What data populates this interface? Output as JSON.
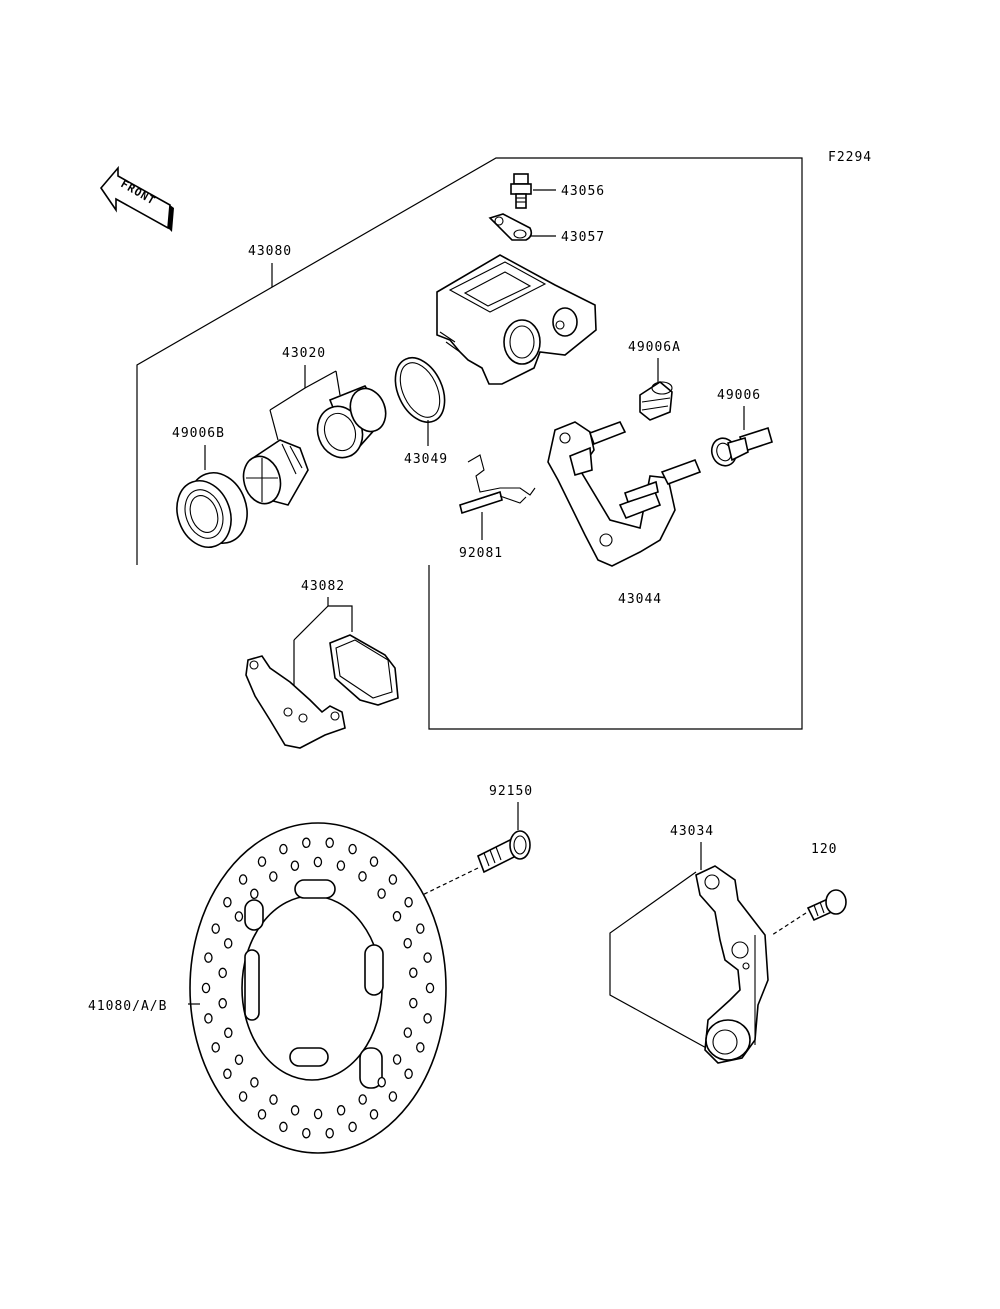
{
  "figure_code": "F2294",
  "front_marker": "FRONT",
  "labels": {
    "p43056": "43056",
    "p43057": "43057",
    "p43080": "43080",
    "p43020": "43020",
    "p49006A": "49006A",
    "p49006": "49006",
    "p49006B": "49006B",
    "p43049": "43049",
    "p92081": "92081",
    "p43044": "43044",
    "p43082": "43082",
    "p92150": "92150",
    "p43034": "43034",
    "p120": "120",
    "p41080": "41080/A/B"
  }
}
